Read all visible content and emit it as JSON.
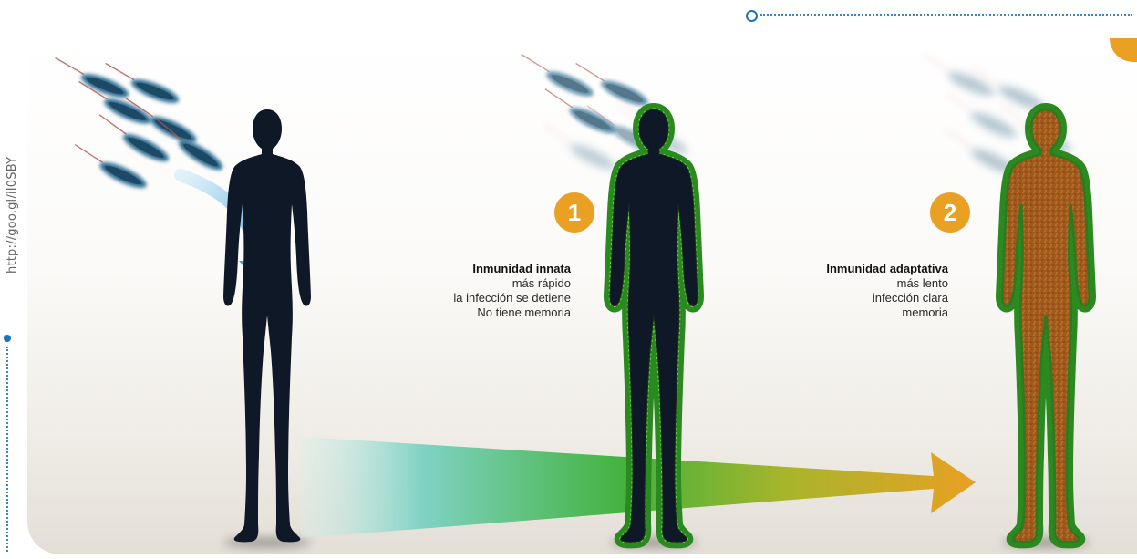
{
  "side_label": {
    "url": "http://goo.gl/iI0SBY"
  },
  "colors": {
    "accent_blue": "#1e72b8",
    "badge_orange": "#e9a023",
    "body_dark": "#0e1826",
    "glow_green": "#3aa82a",
    "tissue_brown": "#a0591c"
  },
  "steps": [
    {
      "number": "1",
      "title": "Inmunidad innata",
      "lines": [
        "más rápido",
        "la infección se detiene",
        "No tiene memoria"
      ]
    },
    {
      "number": "2",
      "title": "Inmunidad adaptativa",
      "lines": [
        "más lento",
        "infección clara",
        "memoria"
      ]
    }
  ],
  "icons": {
    "bacteria": "bacteria-icon",
    "human": "human-figure-icon",
    "arrow": "progress-arrow-icon"
  }
}
